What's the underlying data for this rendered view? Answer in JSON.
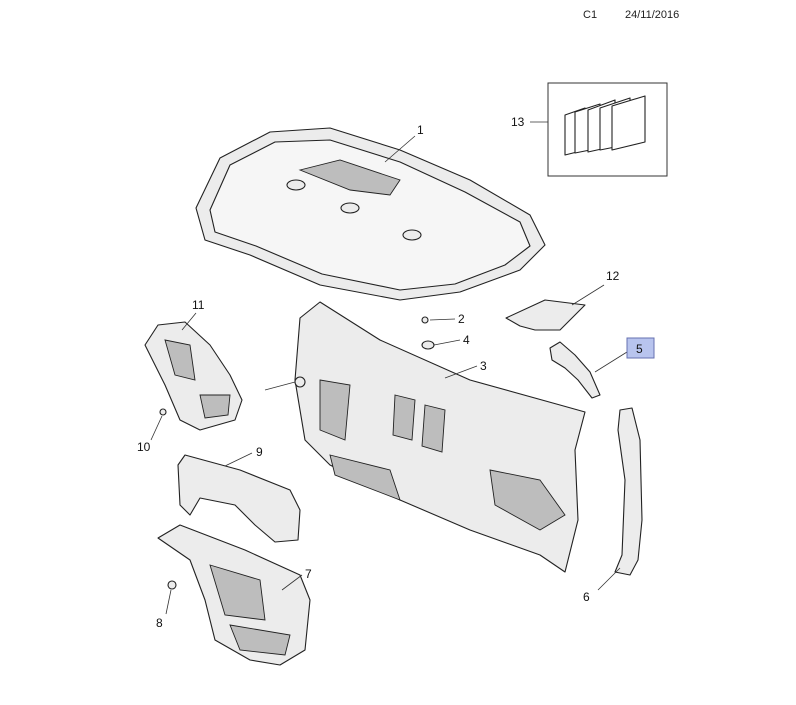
{
  "header": {
    "code": "C1",
    "date": "24/11/2016"
  },
  "callouts": {
    "p1": "1",
    "p2": "2",
    "p3": "3",
    "p4": "4",
    "p5": "5",
    "p6": "6",
    "p7": "7",
    "p8": "8",
    "p9": "9",
    "p10": "10",
    "p11": "11",
    "p12": "12",
    "p13": "13"
  },
  "colors": {
    "highlight_fill": "#b8c4ee",
    "highlight_stroke": "#6670b0"
  }
}
